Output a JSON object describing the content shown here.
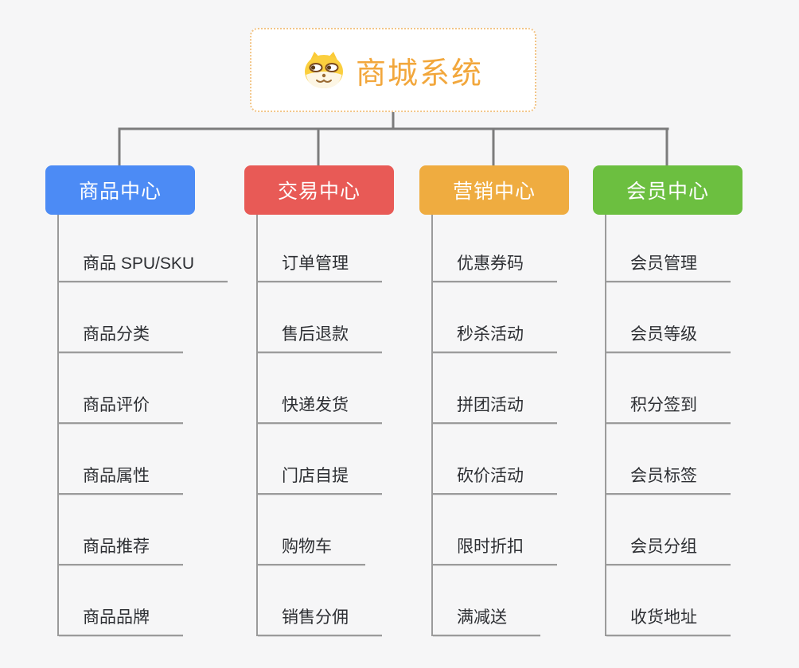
{
  "root": {
    "title": "商城系统",
    "icon": "dog-face-icon"
  },
  "colors": {
    "background": "#f6f6f7",
    "root_border": "#f2c588",
    "root_text": "#f2a73c",
    "connector": "#7c7c7c",
    "branch_line": "#9b9b9b",
    "item_text": "#2d2f33"
  },
  "branches": [
    {
      "label": "商品中心",
      "color": "#4c8bf5",
      "items": [
        "商品 SPU/SKU",
        "商品分类",
        "商品评价",
        "商品属性",
        "商品推荐",
        "商品品牌"
      ]
    },
    {
      "label": "交易中心",
      "color": "#e85a56",
      "items": [
        "订单管理",
        "售后退款",
        "快递发货",
        "门店自提",
        "购物车",
        "销售分佣"
      ]
    },
    {
      "label": "营销中心",
      "color": "#efac40",
      "items": [
        "优惠券码",
        "秒杀活动",
        "拼团活动",
        "砍价活动",
        "限时折扣",
        "满减送"
      ]
    },
    {
      "label": "会员中心",
      "color": "#6cbf40",
      "items": [
        "会员管理",
        "会员等级",
        "积分签到",
        "会员标签",
        "会员分组",
        "收货地址"
      ]
    }
  ]
}
